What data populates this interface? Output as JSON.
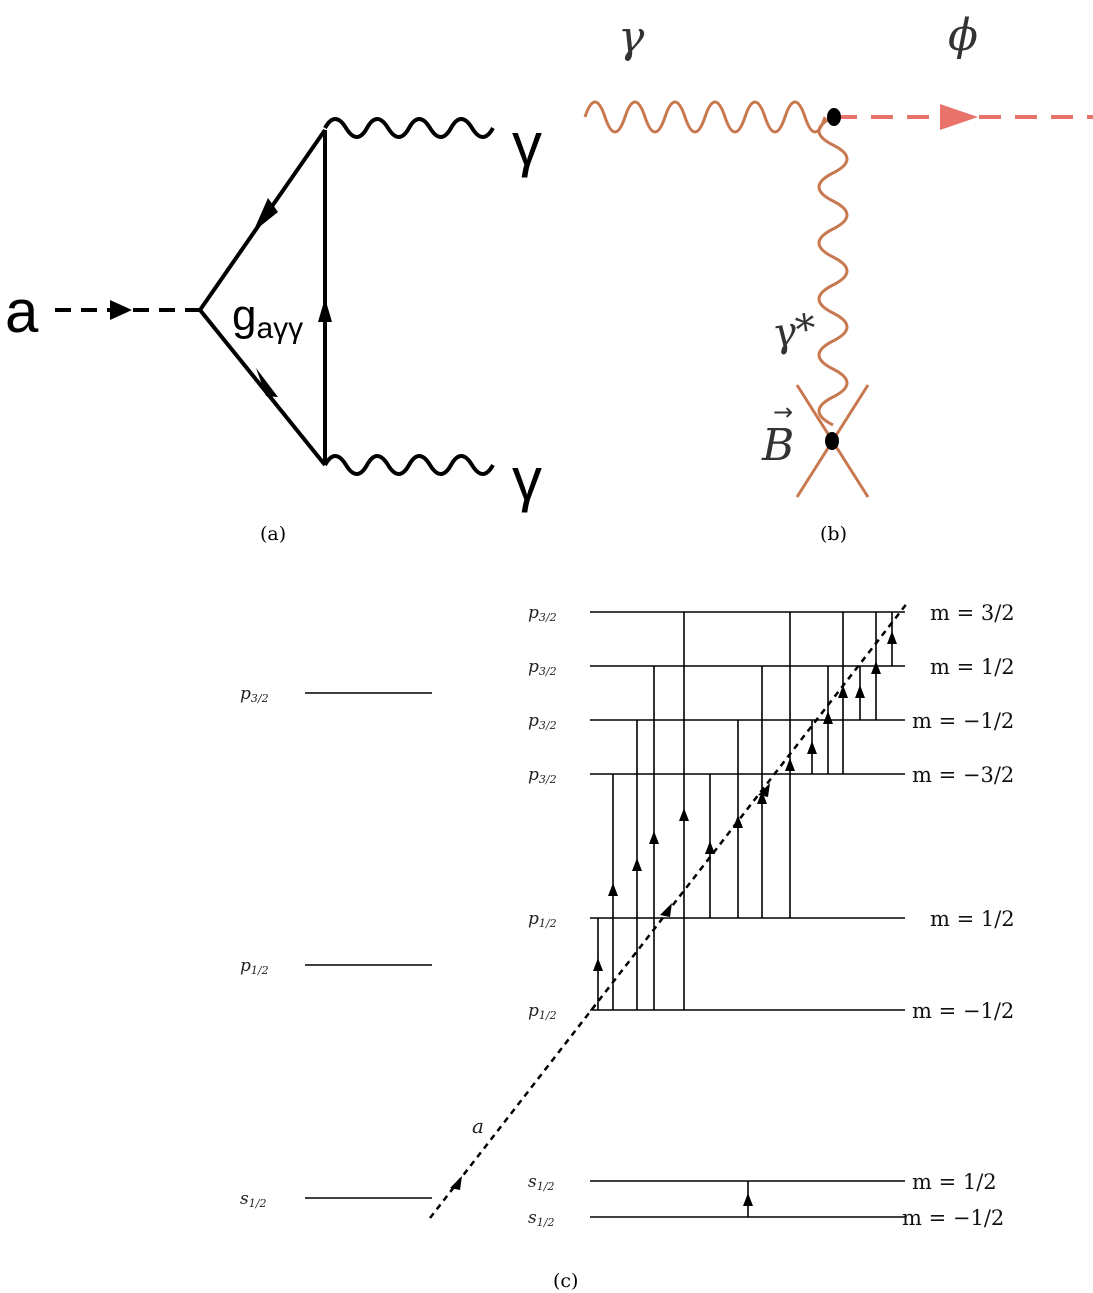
{
  "panel_a": {
    "caption": "(a)",
    "incoming_label": "a",
    "vertex_label": "g",
    "vertex_label_sub": "aγγ",
    "outgoing_top_label": "γ",
    "outgoing_bottom_label": "γ"
  },
  "panel_b": {
    "caption": "(b)",
    "photon_label": "γ",
    "scalar_label": "ϕ",
    "virtual_photon_label": "γ*",
    "field_label": "B⃗",
    "field_letter": "B",
    "field_arrow": "→",
    "photon_color": "#c8784e",
    "scalar_color": "#e8736b"
  },
  "panel_c": {
    "caption": "(c)",
    "axion_label": "a",
    "left_levels": [
      {
        "main": "p",
        "sub": "3/2"
      },
      {
        "main": "p",
        "sub": "1/2"
      },
      {
        "main": "s",
        "sub": "1/2"
      }
    ],
    "right_levels": [
      {
        "main": "p",
        "sub": "3/2",
        "m": "m = 3/2"
      },
      {
        "main": "p",
        "sub": "3/2",
        "m": "m = 1/2"
      },
      {
        "main": "p",
        "sub": "3/2",
        "m": "m = −1/2"
      },
      {
        "main": "p",
        "sub": "3/2",
        "m": "m = −3/2"
      },
      {
        "main": "p",
        "sub": "1/2",
        "m": "m = 1/2"
      },
      {
        "main": "p",
        "sub": "1/2",
        "m": "m = −1/2"
      },
      {
        "main": "s",
        "sub": "1/2",
        "m": "m = 1/2"
      },
      {
        "main": "s",
        "sub": "1/2",
        "m": "m = −1/2"
      }
    ]
  }
}
